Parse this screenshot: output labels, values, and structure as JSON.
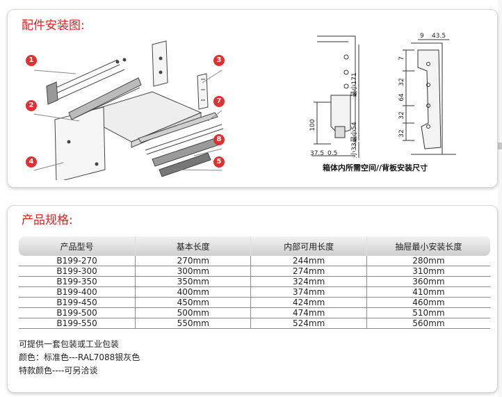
{
  "section1": {
    "title": "配件安装图:",
    "callouts": [
      "1",
      "2",
      "3",
      "4",
      "5",
      "7",
      "8"
    ],
    "dims_left": {
      "d100": "100",
      "d37_5": "37.5",
      "d0_5": "0.5",
      "min33": "最小33",
      "min54": "最小54",
      "min171": "最小171"
    },
    "dims_right": {
      "d9": "9",
      "d43_5": "43.5",
      "d7": "7",
      "d32a": "32",
      "d64": "64",
      "d32b": "32",
      "d32c": "32"
    },
    "caption": "箱体内所需空间//背板安装尺寸"
  },
  "section2": {
    "title": "产品规格:",
    "table": {
      "headers": [
        "产品型号",
        "基本长度",
        "内部可用长度",
        "抽屉最小安装长度"
      ],
      "rows": [
        [
          "B199-270",
          "270mm",
          "244mm",
          "280mm"
        ],
        [
          "B199-300",
          "300mm",
          "274mm",
          "310mm"
        ],
        [
          "B199-350",
          "350mm",
          "324mm",
          "360mm"
        ],
        [
          "B199-400",
          "400mm",
          "374mm",
          "410mm"
        ],
        [
          "B199-450",
          "450mm",
          "424mm",
          "460mm"
        ],
        [
          "B199-500",
          "500mm",
          "474mm",
          "510mm"
        ],
        [
          "B199-550",
          "550mm",
          "524mm",
          "560mm"
        ]
      ]
    },
    "notes": [
      "可提供一套包装或工业包装",
      "颜色：标准色---RAL7088银灰色",
      "特款颜色----可另洽谈"
    ]
  },
  "colors": {
    "accent": "#e02020",
    "callout": "#e03030"
  }
}
